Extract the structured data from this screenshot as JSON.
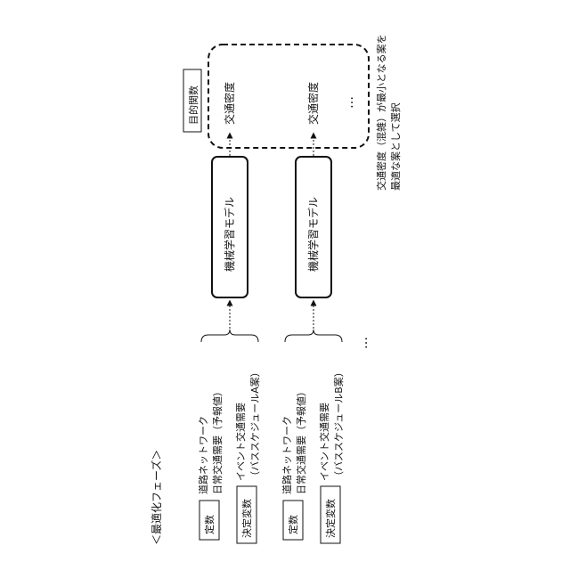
{
  "phase_label": "＜最適化フェーズ＞",
  "objective_label": "目的関数",
  "traffic_density": "交通密度",
  "ml_model": "機械学習モデル",
  "ellipsis": "…",
  "note_line1": "交通密度（混雑）が最小となる案を",
  "note_line2": "最適な案として選択",
  "groups": [
    {
      "constant_label": "定数",
      "decision_label": "決定変数",
      "road_network": "道路ネットワーク",
      "daily_demand": "日常交通需要（予報値）",
      "event_demand": "イベント交通需要",
      "bus_schedule": "（バススケジュールA案）"
    },
    {
      "constant_label": "定数",
      "decision_label": "決定変数",
      "road_network": "道路ネットワーク",
      "daily_demand": "日常交通需要（予報値）",
      "event_demand": "イベント交通需要",
      "bus_schedule": "（バススケジュールB案）"
    }
  ]
}
